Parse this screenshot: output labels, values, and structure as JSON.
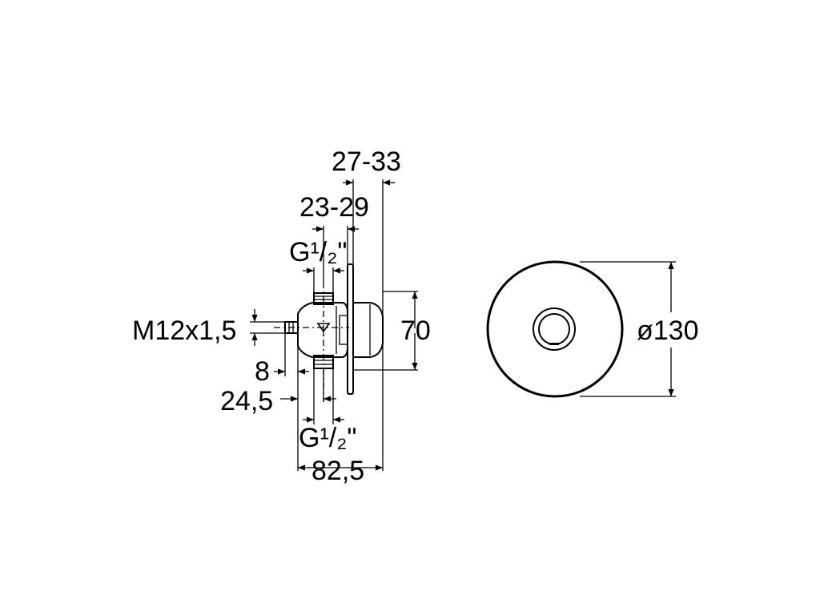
{
  "dimensions": {
    "d_27_33": "27-33",
    "d_23_29": "23-29",
    "g_top": "G¹/₂\"",
    "m12": "M12x1,5",
    "d_70": "70",
    "d_8": "8",
    "d_24_5": "24,5",
    "g_bottom": "G¹/₂\"",
    "d_82_5": "82,5",
    "d_130": "ø130"
  }
}
